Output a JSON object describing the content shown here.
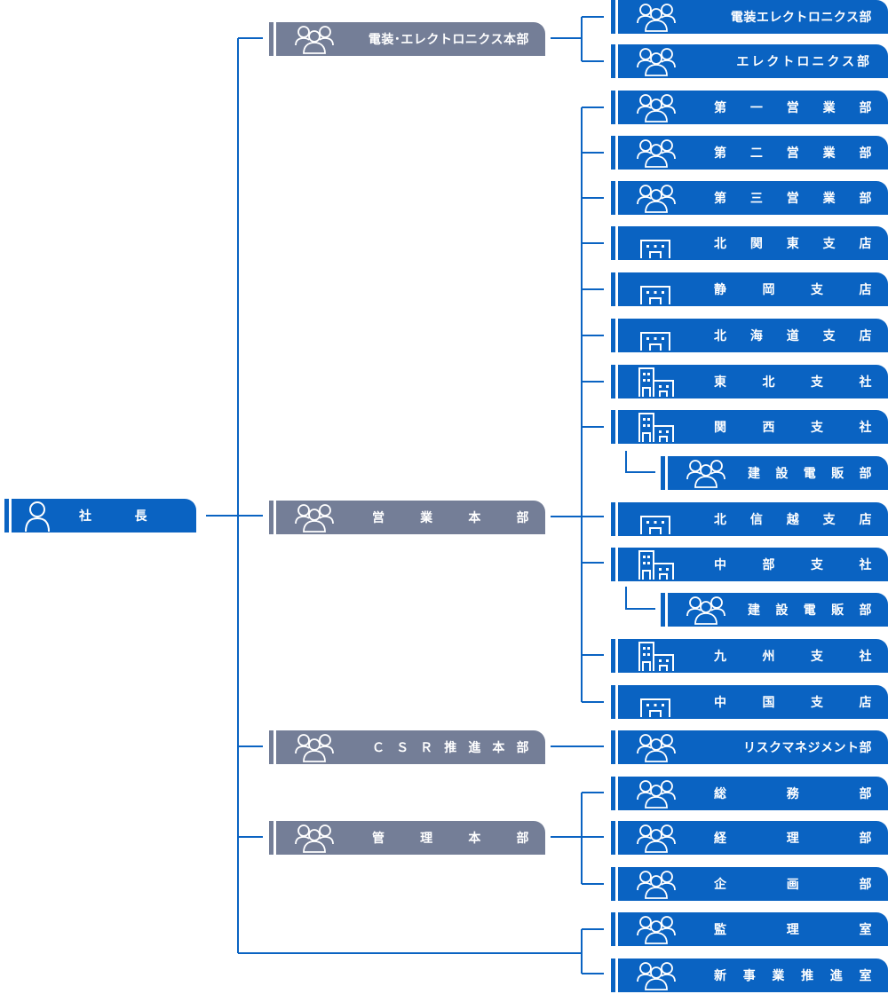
{
  "colors": {
    "line": "#0a63c2",
    "division": "#747e97",
    "department": "#0a63c2",
    "icon_stroke": "#ffffff"
  },
  "president": {
    "label": "社　長",
    "chars": [
      "社",
      "長"
    ],
    "icon": "person-icon"
  },
  "divisions": [
    {
      "key": "electronics",
      "label": "電装･エレクトロニクス本部",
      "icon": "group-icon",
      "departments": [
        {
          "label": "電装エレクトロニクス部",
          "icon": "group-icon"
        },
        {
          "label": "エレクトロニクス部",
          "icon": "group-icon"
        }
      ]
    },
    {
      "key": "sales",
      "label": "営業本部",
      "chars": [
        "営",
        "業",
        "本",
        "部"
      ],
      "icon": "group-icon",
      "departments": [
        {
          "label": "第一営業部",
          "chars": [
            "第",
            "一",
            "営",
            "業",
            "部"
          ],
          "icon": "group-icon"
        },
        {
          "label": "第二営業部",
          "chars": [
            "第",
            "二",
            "営",
            "業",
            "部"
          ],
          "icon": "group-icon"
        },
        {
          "label": "第三営業部",
          "chars": [
            "第",
            "三",
            "営",
            "業",
            "部"
          ],
          "icon": "group-icon"
        },
        {
          "label": "北関東支店",
          "chars": [
            "北",
            "関",
            "東",
            "支",
            "店"
          ],
          "icon": "branch-store-icon"
        },
        {
          "label": "静岡支店",
          "chars": [
            "静",
            "岡",
            "支",
            "店"
          ],
          "icon": "branch-store-icon"
        },
        {
          "label": "北海道支店",
          "chars": [
            "北",
            "海",
            "道",
            "支",
            "店"
          ],
          "icon": "branch-store-icon"
        },
        {
          "label": "東北支社",
          "chars": [
            "東",
            "北",
            "支",
            "社"
          ],
          "icon": "branch-office-icon"
        },
        {
          "label": "関西支社",
          "chars": [
            "関",
            "西",
            "支",
            "社"
          ],
          "icon": "branch-office-icon"
        },
        {
          "label": "建設電販部",
          "chars": [
            "建",
            "設",
            "電",
            "販",
            "部"
          ],
          "icon": "group-icon",
          "sub": true
        },
        {
          "label": "北信越支店",
          "chars": [
            "北",
            "信",
            "越",
            "支",
            "店"
          ],
          "icon": "branch-store-icon"
        },
        {
          "label": "中部支社",
          "chars": [
            "中",
            "部",
            "支",
            "社"
          ],
          "icon": "branch-office-icon"
        },
        {
          "label": "建設電販部",
          "chars": [
            "建",
            "設",
            "電",
            "販",
            "部"
          ],
          "icon": "group-icon",
          "sub": true
        },
        {
          "label": "九州支社",
          "chars": [
            "九",
            "州",
            "支",
            "社"
          ],
          "icon": "branch-office-icon"
        },
        {
          "label": "中国支店",
          "chars": [
            "中",
            "国",
            "支",
            "店"
          ],
          "icon": "branch-store-icon"
        }
      ]
    },
    {
      "key": "csr",
      "label": "ＣＳＲ推進本部",
      "chars": [
        "Ｃ",
        "Ｓ",
        "Ｒ",
        "推",
        "進",
        "本",
        "部"
      ],
      "icon": "group-icon",
      "departments": [
        {
          "label": "リスクマネジメント部",
          "icon": "group-icon"
        }
      ]
    },
    {
      "key": "admin",
      "label": "管理本部",
      "chars": [
        "管",
        "理",
        "本",
        "部"
      ],
      "icon": "group-icon",
      "departments": [
        {
          "label": "総務部",
          "chars": [
            "総",
            "務",
            "部"
          ],
          "icon": "group-icon"
        },
        {
          "label": "経理部",
          "chars": [
            "経",
            "理",
            "部"
          ],
          "icon": "group-icon"
        },
        {
          "label": "企画部",
          "chars": [
            "企",
            "画",
            "部"
          ],
          "icon": "group-icon"
        }
      ]
    }
  ],
  "direct_units": [
    {
      "label": "監理室",
      "chars": [
        "監",
        "理",
        "室"
      ],
      "icon": "group-icon"
    },
    {
      "label": "新事業推進室",
      "chars": [
        "新",
        "事",
        "業",
        "推",
        "進",
        "室"
      ],
      "icon": "group-icon"
    }
  ]
}
